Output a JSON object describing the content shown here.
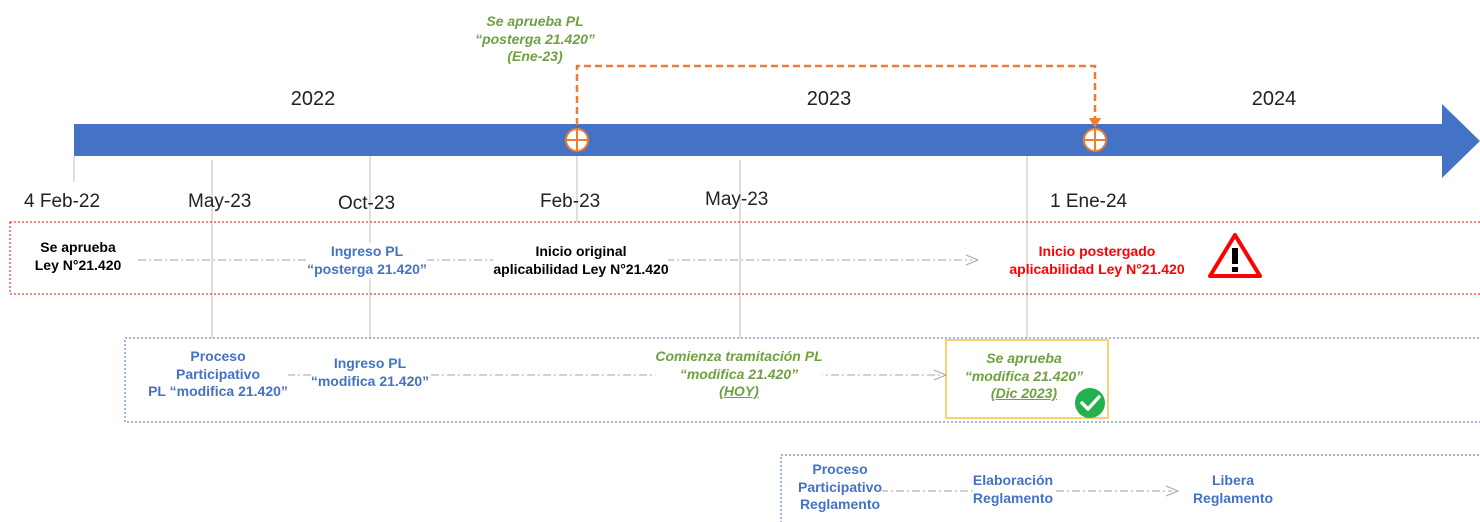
{
  "years": [
    "2022",
    "2023",
    "2024"
  ],
  "dates": [
    "4 Feb-22",
    "May-23",
    "Oct-23",
    "Feb-23",
    "May-23",
    "1 Ene-24"
  ],
  "top_note": {
    "line1": "Se aprueba PL",
    "line2": "“posterga 21.420”",
    "line3": "(Ene-23)"
  },
  "row1": {
    "approve": {
      "line1": "Se aprueba",
      "line2": "Ley N°21.420"
    },
    "ingreso": {
      "line1": "Ingreso PL",
      "line2": "“posterga 21.420”"
    },
    "inicio_original": {
      "line1": "Inicio original",
      "line2": "aplicabilidad Ley N°21.420"
    },
    "inicio_postergado": {
      "line1": "Inicio postergado",
      "line2": "aplicabilidad Ley N°21.420"
    }
  },
  "row2": {
    "proceso": {
      "line1": "Proceso",
      "line2": "Participativo",
      "line3": "PL “modifica 21.420”"
    },
    "ingreso": {
      "line1": "Ingreso PL",
      "line2": "“modifica 21.420”"
    },
    "comienza": {
      "line1": "Comienza tramitación PL",
      "line2": "“modifica 21.420”",
      "line3": "(HOY)"
    },
    "aprueba": {
      "line1": "Se aprueba",
      "line2": "“modifica 21.420”",
      "line3": "(Dic 2023)"
    }
  },
  "row3": {
    "proceso": {
      "line1": "Proceso",
      "line2": "Participativo",
      "line3": "Reglamento"
    },
    "elaboracion": {
      "line1": "Elaboración",
      "line2": "Reglamento"
    },
    "libera": {
      "line1": "Libera",
      "line2": "Reglamento"
    }
  },
  "colors": {
    "arrow": "#4472c4",
    "orange": "#ed7d31",
    "green": "#70a041",
    "blue_text": "#4472c4",
    "red": "#ff0000",
    "gold_box": "#f5c242"
  },
  "icons": [
    "circle-plus-icon",
    "warning-icon",
    "check-circle-icon"
  ]
}
